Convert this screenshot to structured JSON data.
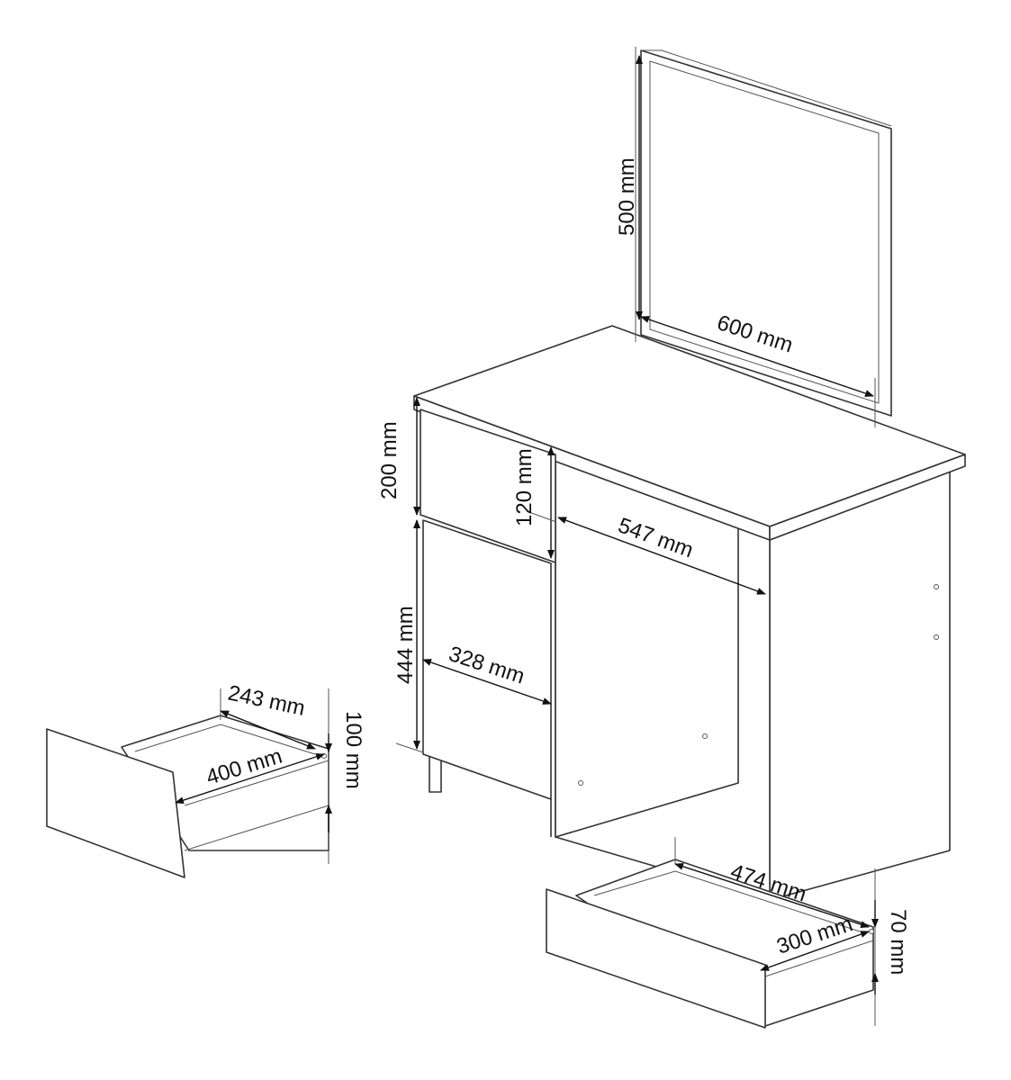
{
  "dimensions": {
    "mirror_height": "500 mm",
    "mirror_width": "600 mm",
    "top_drawer_height": "200 mm",
    "drawer_front_height": "120 mm",
    "knee_width": "547 mm",
    "door_height": "444 mm",
    "door_width": "328 mm",
    "small_drawer_depth": "243 mm",
    "small_drawer_length": "400 mm",
    "small_drawer_height": "100 mm",
    "large_drawer_length": "474 mm",
    "large_drawer_depth": "300 mm",
    "large_drawer_height": "70 mm"
  }
}
